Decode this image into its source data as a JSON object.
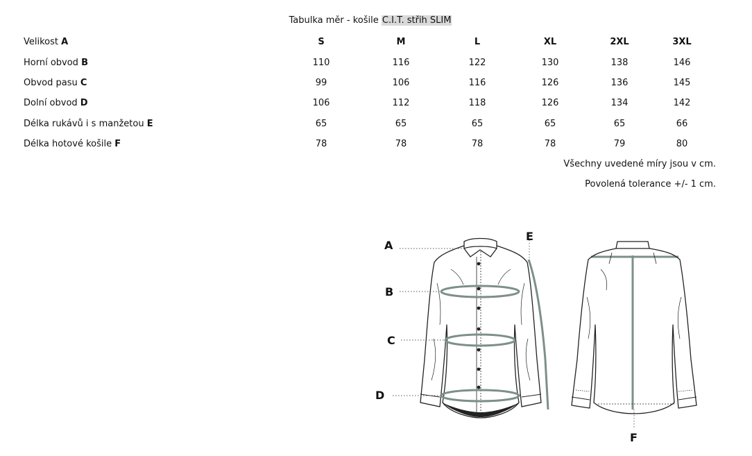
{
  "title": {
    "text": "Tabulka měr - košile ",
    "highlight": "C.I.T. střih SLIM"
  },
  "table": {
    "rows": [
      {
        "label": "Velikost ",
        "letter": "A",
        "values": [
          "S",
          "M",
          "L",
          "XL",
          "2XL",
          "3XL"
        ],
        "header": true
      },
      {
        "label": "Horní obvod ",
        "letter": "B",
        "values": [
          "110",
          "116",
          "122",
          "130",
          "138",
          "146"
        ]
      },
      {
        "label": "Obvod pasu ",
        "letter": "C",
        "values": [
          "99",
          "106",
          "116",
          "126",
          "136",
          "145"
        ]
      },
      {
        "label": "Dolní obvod ",
        "letter": "D",
        "values": [
          "106",
          "112",
          "118",
          "126",
          "134",
          "142"
        ]
      },
      {
        "label": "Délka rukávů i s manžetou ",
        "letter": "E",
        "values": [
          "65",
          "65",
          "65",
          "65",
          "65",
          "66"
        ]
      },
      {
        "label": "Délka hotové košile ",
        "letter": "F",
        "values": [
          "78",
          "78",
          "78",
          "78",
          "79",
          "80"
        ]
      }
    ]
  },
  "notes": {
    "all_cm": "Všechny uvedené míry jsou v cm.",
    "tolerance": "Povolená tolerance +/- 1 cm."
  },
  "diagram": {
    "labels": {
      "a": "A",
      "b": "B",
      "c": "C",
      "d": "D",
      "e": "E",
      "f": "F"
    },
    "measure_color": "#7d8f8a"
  }
}
